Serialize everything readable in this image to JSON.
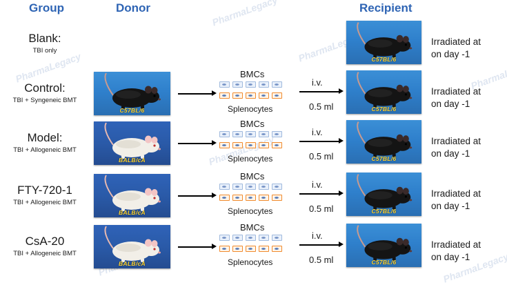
{
  "headers": {
    "group": "Group",
    "donor": "Donor",
    "recipient": "Recipient"
  },
  "watermark_text": "PharmaLegacy",
  "colors": {
    "header": "#2e64b4",
    "photo_bg": "#2f80cc",
    "strain_label": "#ffd83a",
    "cell_bmc_border": "#9fb9dd",
    "cell_spl_border": "#f08a2c"
  },
  "groups": [
    {
      "name": "Blank:",
      "sub": "TBI only",
      "donor_strain": "",
      "recipient_strain": "C57BL/6",
      "bmc_label": "",
      "spl_label": "",
      "iv": "",
      "volume": "",
      "irr_1": "Irradiated at",
      "irr_2": "on day -1"
    },
    {
      "name": "Control:",
      "sub": "TBI + Syngeneic BMT",
      "donor_strain": "C57BL/6",
      "recipient_strain": "C57BL/6",
      "bmc_label": "BMCs",
      "spl_label": "Splenocytes",
      "iv": "i.v.",
      "volume": "0.5 ml",
      "irr_1": "Irradiated at",
      "irr_2": "on day -1"
    },
    {
      "name": "Model:",
      "sub": "TBI + Allogeneic BMT",
      "donor_strain": "BALB/cA",
      "recipient_strain": "C57BL/6",
      "bmc_label": "BMCs",
      "spl_label": "Splenocytes",
      "iv": "i.v.",
      "volume": "0.5 ml",
      "irr_1": "Irradiated at",
      "irr_2": "on day -1"
    },
    {
      "name": "FTY-720-1",
      "sub": "TBI + Allogeneic BMT",
      "donor_strain": "BALB/cA",
      "recipient_strain": "C57BL/6",
      "bmc_label": "BMCs",
      "spl_label": "Splenocytes",
      "iv": "i.v.",
      "volume": "0.5 ml",
      "irr_1": "Irradiated at",
      "irr_2": "on day -1"
    },
    {
      "name": "CsA-20",
      "sub": "TBI + Allogeneic BMT",
      "donor_strain": "BALB/cA",
      "recipient_strain": "C57BL/6",
      "bmc_label": "BMCs",
      "spl_label": "Splenocytes",
      "iv": "i.v.",
      "volume": "0.5 ml",
      "irr_1": "Irradiated at",
      "irr_2": "on day -1"
    }
  ]
}
